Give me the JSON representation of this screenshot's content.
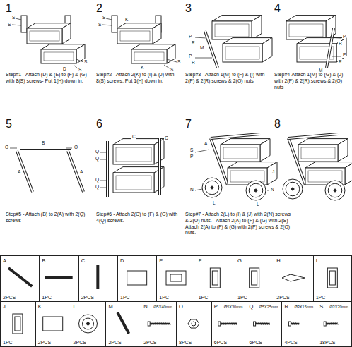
{
  "diagram": {
    "nodes": [
      {
        "text": [
          "A",
          "2PCS"
        ]
      },
      {
        "text": [
          "B",
          "1PC"
        ]
      },
      {
        "text": [
          "C",
          "2PCS"
        ]
      },
      {
        "text": [
          "D",
          "1PC"
        ]
      },
      {
        "text": [
          "E",
          "1PC"
        ]
      },
      {
        "text": [
          "F",
          "1PC"
        ]
      },
      {
        "text": [
          "G",
          "1PC"
        ]
      },
      {
        "text": [
          "H",
          "2PCS"
        ]
      },
      {
        "text": [
          "I",
          "1PC"
        ]
      },
      {
        "text": [
          "J",
          "1PC"
        ]
      },
      {
        "text": [
          "K",
          "2PCS"
        ]
      },
      {
        "text": [
          "L",
          "2PCS"
        ]
      },
      {
        "text": [
          "M",
          "2PCS"
        ]
      },
      {
        "text": [
          "N",
          "2PCS",
          "Ø5X40mm"
        ]
      },
      {
        "text": [
          "O",
          "8PCS"
        ]
      },
      {
        "text": [
          "P",
          "6PCS",
          "Ø5X30mm"
        ]
      },
      {
        "text": [
          "Q",
          "6PCS",
          "Ø5X25mm"
        ]
      },
      {
        "text": [
          "R",
          "4PCS",
          "Ø3X15mm"
        ]
      },
      {
        "text": [
          "S",
          "18PCS",
          "Ø3X20mm"
        ]
      }
    ],
    "labels": [
      "1",
      "2",
      "3",
      "4",
      "5",
      "6",
      "7",
      "8",
      "Step#1 - Attach (D) & (E) to (F) & (G) with 8(S) screws- Put 1(H) down in.",
      "Step#2 - Attach 2(K) to (I) & (J) with 8(S) screws. Put 1(H) down in.",
      "Step#3 - Attach 1(M) to (F) & (I) with 2(P) & 2(R) screws & 2(O) nuts",
      "Step#4-Attach 1(M) to (G) & (J) with 2(P) & 2(R) screws & 2(O) nuts",
      "Step#5 - Attach (B) to 2(A) with 2(Q) screws",
      "Step#6 - Attach 2(C) to (F) & (G) with 4(Q) screws.",
      "Step#7 - Attach 2(L) to (I) & (J) with 2(N) screws & 2(O) nuts. - Attach 2(A) to (F) & (G) with 2(S) - Attach 2(A) to (F) & (G) with 2(P) screws & 2(O) nuts.",
      "S",
      "S",
      "D",
      "S",
      "S",
      "S",
      "S",
      "K",
      "K",
      "S",
      "S",
      "P",
      "R",
      "M",
      "P",
      "R",
      "P",
      "R",
      "M",
      "P",
      "R",
      "O",
      "B",
      "O",
      "A",
      "A",
      "Q",
      "Q",
      "C",
      "G",
      "Q",
      "Q",
      "A",
      "S",
      "P",
      "N",
      "L",
      "J",
      "N",
      "L"
    ]
  }
}
